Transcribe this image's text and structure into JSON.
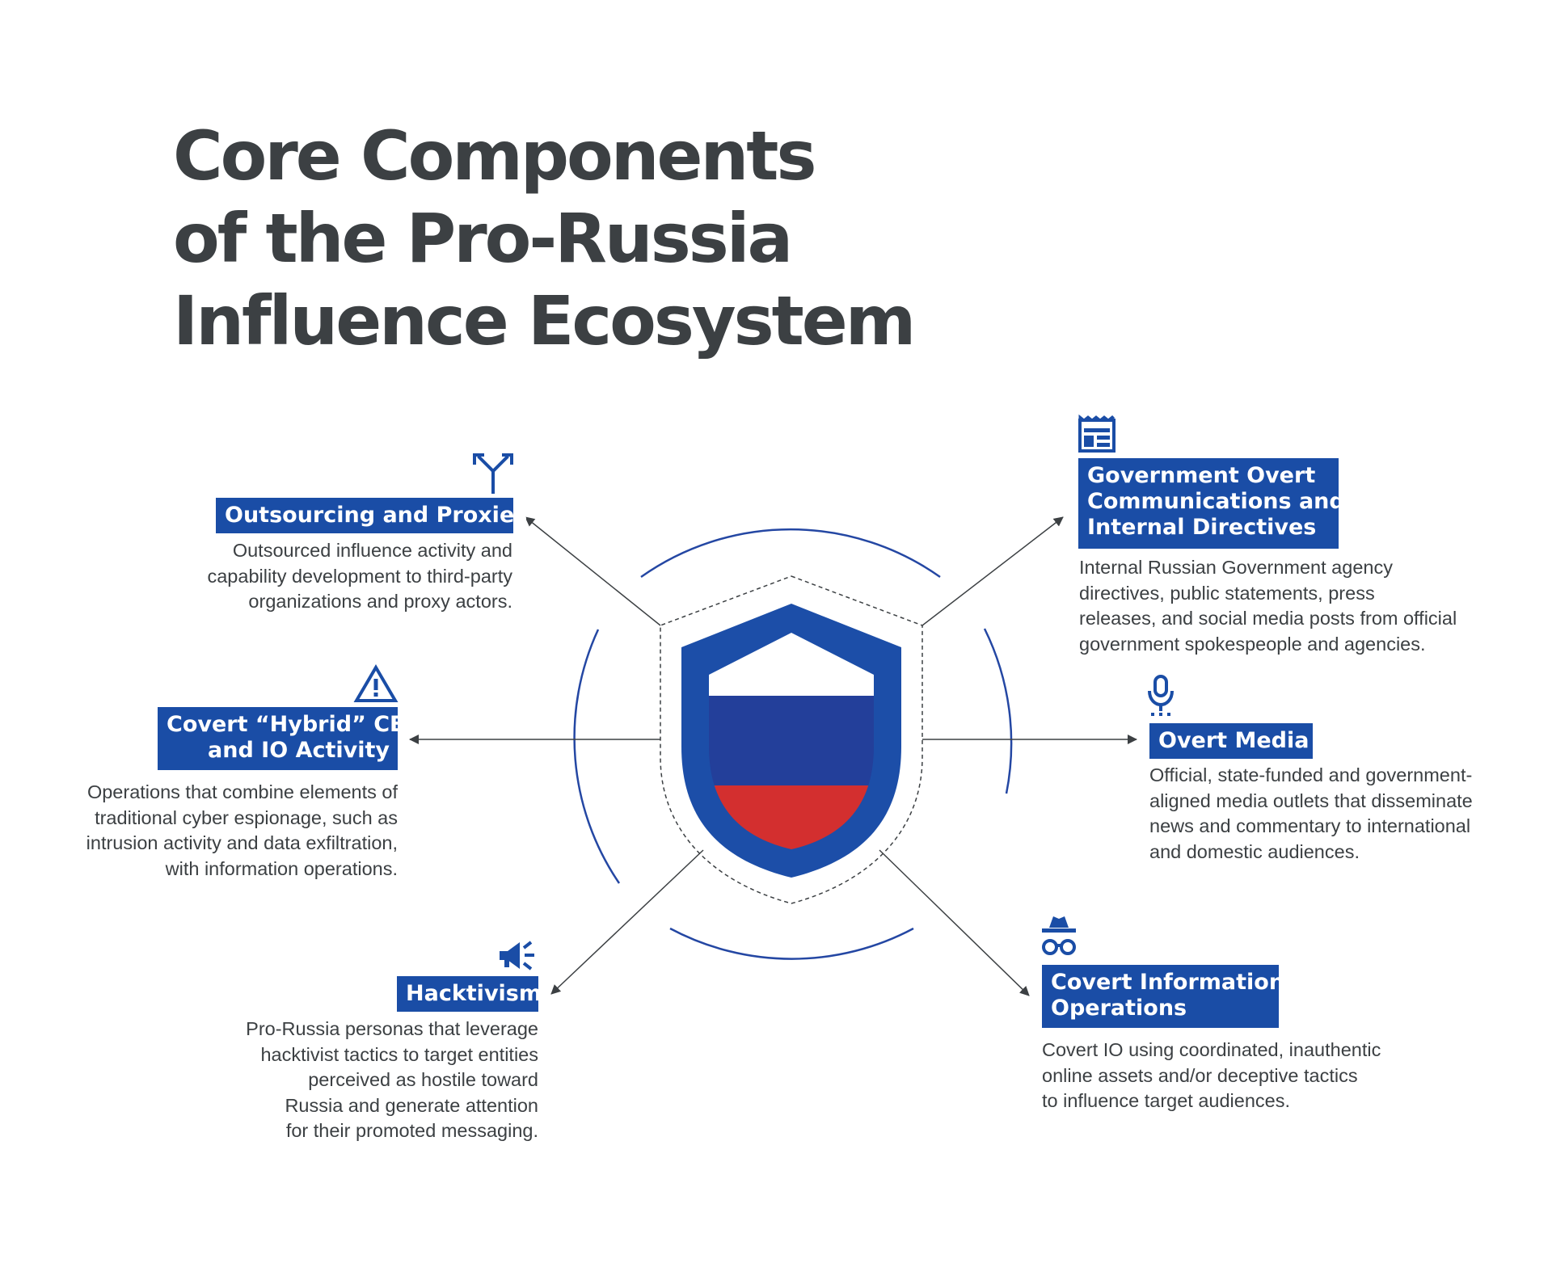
{
  "title": {
    "line1": "Core Components",
    "line2": "of the Pro-Russia",
    "line3": "Influence Ecosystem"
  },
  "colors": {
    "brand_blue": "#1a4da6",
    "shield_blue": "#1c4ea8",
    "flag_white": "#ffffff",
    "flag_blue": "#233f9a",
    "flag_red": "#d32f2f",
    "text": "#3c4043",
    "ring": "#2447a3"
  },
  "components": {
    "outsourcing": {
      "icon": "fork-arrows-icon",
      "label": [
        "Outsourcing and Proxies"
      ],
      "description": [
        "Outsourced influence activity and",
        "capability development to third-party",
        "organizations and proxy actors."
      ]
    },
    "hybrid": {
      "icon": "warning-triangle-icon",
      "label": [
        "Covert “Hybrid” CE",
        "and IO Activity"
      ],
      "description": [
        "Operations that combine elements of",
        "traditional cyber espionage, such as",
        "intrusion activity and data exfiltration,",
        "with information operations."
      ]
    },
    "hacktivism": {
      "icon": "megaphone-icon",
      "label": [
        "Hacktivism"
      ],
      "description": [
        "Pro-Russia personas that leverage",
        "hacktivist tactics to target entities",
        "perceived as hostile toward",
        "Russia and generate attention",
        "for their promoted messaging."
      ]
    },
    "government": {
      "icon": "newspaper-icon",
      "label": [
        "Government Overt",
        "Communications and",
        "Internal Directives"
      ],
      "description": [
        "Internal Russian Government agency",
        "directives, public statements, press",
        "releases, and social media posts from official",
        "government spokespeople and agencies."
      ]
    },
    "overt_media": {
      "icon": "microphone-icon",
      "label": [
        "Overt Media"
      ],
      "description": [
        "Official, state-funded and government-",
        "aligned media outlets that disseminate",
        "news and commentary to international",
        "and domestic audiences."
      ]
    },
    "covert_io": {
      "icon": "incognito-spy-icon",
      "label": [
        "Covert Information",
        "Operations"
      ],
      "description": [
        "Covert IO using coordinated, inauthentic",
        "online assets and/or deceptive tactics",
        "to influence target audiences."
      ]
    }
  }
}
